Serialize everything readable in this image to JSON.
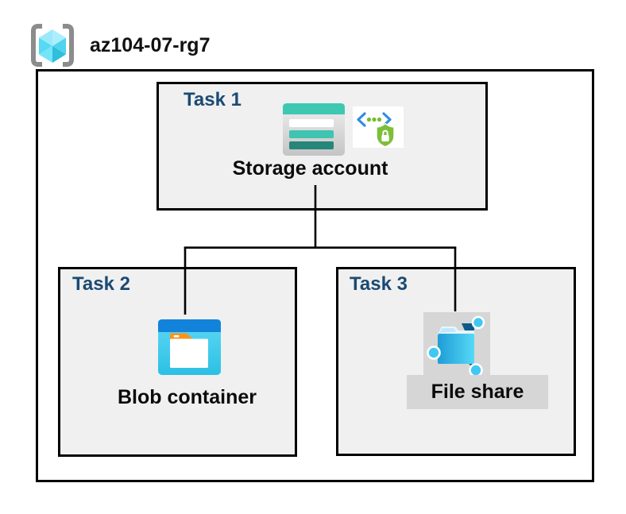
{
  "header": {
    "icon": "resource-group-icon",
    "resource_group_name": "az104-07-rg7"
  },
  "diagram": {
    "tasks": [
      {
        "label": "Task 1",
        "resource": "Storage account",
        "icons": [
          "storage-account-icon",
          "sas-security-icon"
        ]
      },
      {
        "label": "Task 2",
        "resource": "Blob container",
        "icons": [
          "blob-container-icon"
        ]
      },
      {
        "label": "Task 3",
        "resource": "File share",
        "icons": [
          "file-share-icon"
        ]
      }
    ],
    "connections": [
      {
        "from": "Storage account",
        "to": "Blob container"
      },
      {
        "from": "Storage account",
        "to": "File share"
      }
    ]
  },
  "colors": {
    "task_label": "#1B4A73",
    "box_fill": "#F0F0F0",
    "border": "#000000",
    "storage_teal": "#3EC8B2",
    "storage_teal_dark": "#268679",
    "blob_blue": "#1283DA",
    "blob_body_cyan": "#45CFEF",
    "blob_tab_orange": "#F7941E",
    "share_bg_gray": "#D6D6D6",
    "share_navy": "#0B5A8A",
    "node_cyan": "#3FC9F2",
    "cube_cyan": "#50E6FF",
    "bracket_gray": "#8C8C8C",
    "sas_green": "#76BC2D",
    "sas_blue": "#2E8FE0"
  }
}
